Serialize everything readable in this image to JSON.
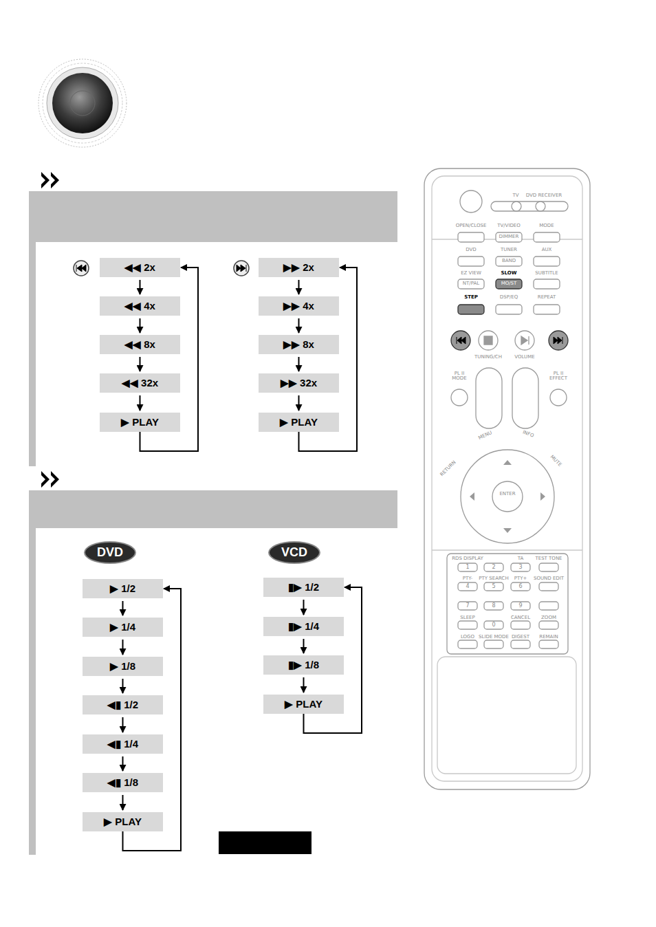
{
  "diagram": {
    "nodes": [
      {
        "text": [
          "◀◀ 2x"
        ]
      },
      {
        "text": [
          "◀◀ 4x"
        ]
      },
      {
        "text": [
          "◀◀ 8x"
        ]
      },
      {
        "text": [
          "◀◀ 32x"
        ]
      },
      {
        "text": [
          "▶ PLAY"
        ]
      },
      {
        "text": [
          "▶▶ 2x"
        ]
      },
      {
        "text": [
          "▶▶ 4x"
        ]
      },
      {
        "text": [
          "▶▶ 8x"
        ]
      },
      {
        "text": [
          "▶▶ 32x"
        ]
      },
      {
        "text": [
          "▶ PLAY"
        ]
      },
      {
        "text": [
          "DVD"
        ]
      },
      {
        "text": [
          "▶ 1/2"
        ]
      },
      {
        "text": [
          "▶ 1/4"
        ]
      },
      {
        "text": [
          "▶ 1/8"
        ]
      },
      {
        "text": [
          "◀▮ 1/2"
        ]
      },
      {
        "text": [
          "◀▮ 1/4"
        ]
      },
      {
        "text": [
          "◀▮ 1/8"
        ]
      },
      {
        "text": [
          "▶ PLAY"
        ]
      },
      {
        "text": [
          "VCD"
        ]
      },
      {
        "text": [
          "▮▶ 1/2"
        ]
      },
      {
        "text": [
          "▮▶ 1/4"
        ]
      },
      {
        "text": [
          "▮▶ 1/8"
        ]
      },
      {
        "text": [
          "▶ PLAY"
        ]
      }
    ],
    "edges": [
      {
        "from": 0,
        "to": 1,
        "arrow": "to"
      },
      {
        "from": 1,
        "to": 2,
        "arrow": "to"
      },
      {
        "from": 2,
        "to": 3,
        "arrow": "to"
      },
      {
        "from": 3,
        "to": 4,
        "arrow": "to"
      },
      {
        "from": 4,
        "to": 0,
        "arrow": "to"
      },
      {
        "from": 5,
        "to": 6,
        "arrow": "to"
      },
      {
        "from": 6,
        "to": 7,
        "arrow": "to"
      },
      {
        "from": 7,
        "to": 8,
        "arrow": "to"
      },
      {
        "from": 8,
        "to": 9,
        "arrow": "to"
      },
      {
        "from": 9,
        "to": 5,
        "arrow": "to"
      },
      {
        "from": 11,
        "to": 12,
        "arrow": "to"
      },
      {
        "from": 12,
        "to": 13,
        "arrow": "to"
      },
      {
        "from": 13,
        "to": 14,
        "arrow": "to"
      },
      {
        "from": 14,
        "to": 15,
        "arrow": "to"
      },
      {
        "from": 15,
        "to": 16,
        "arrow": "to"
      },
      {
        "from": 16,
        "to": 17,
        "arrow": "to"
      },
      {
        "from": 17,
        "to": 11,
        "arrow": "to"
      },
      {
        "from": 19,
        "to": 20,
        "arrow": "to"
      },
      {
        "from": 20,
        "to": 21,
        "arrow": "to"
      },
      {
        "from": 21,
        "to": 22,
        "arrow": "to"
      },
      {
        "from": 22,
        "to": 19,
        "arrow": "to"
      }
    ],
    "labels": [
      "TV",
      "DVD RECEIVER",
      "OPEN/CLOSE",
      "TV/VIDEO",
      "MODE",
      "DIMMER",
      "DVD",
      "TUNER",
      "AUX",
      "BAND",
      "EZ VIEW",
      "SLOW",
      "SUBTITLE",
      "NT/PAL",
      "MO/ST",
      "STEP",
      "DSP/EQ",
      "REPEAT",
      "TUNING/CH",
      "VOLUME",
      "PL II MODE",
      "PL II EFFECT",
      "MENU",
      "INFO",
      "RETURN",
      "MUTE",
      "ENTER",
      "RDS DISPLAY",
      "TA",
      "TEST TONE",
      "1",
      "2",
      "3",
      "PTY-",
      "PTY SEARCH",
      "PTY+",
      "SOUND EDIT",
      "4",
      "5",
      "6",
      "7",
      "8",
      "9",
      "SLEEP",
      "0",
      "CANCEL",
      "ZOOM",
      "LOGO",
      "SLIDE MODE",
      "DIGEST",
      "REMAIN"
    ]
  }
}
